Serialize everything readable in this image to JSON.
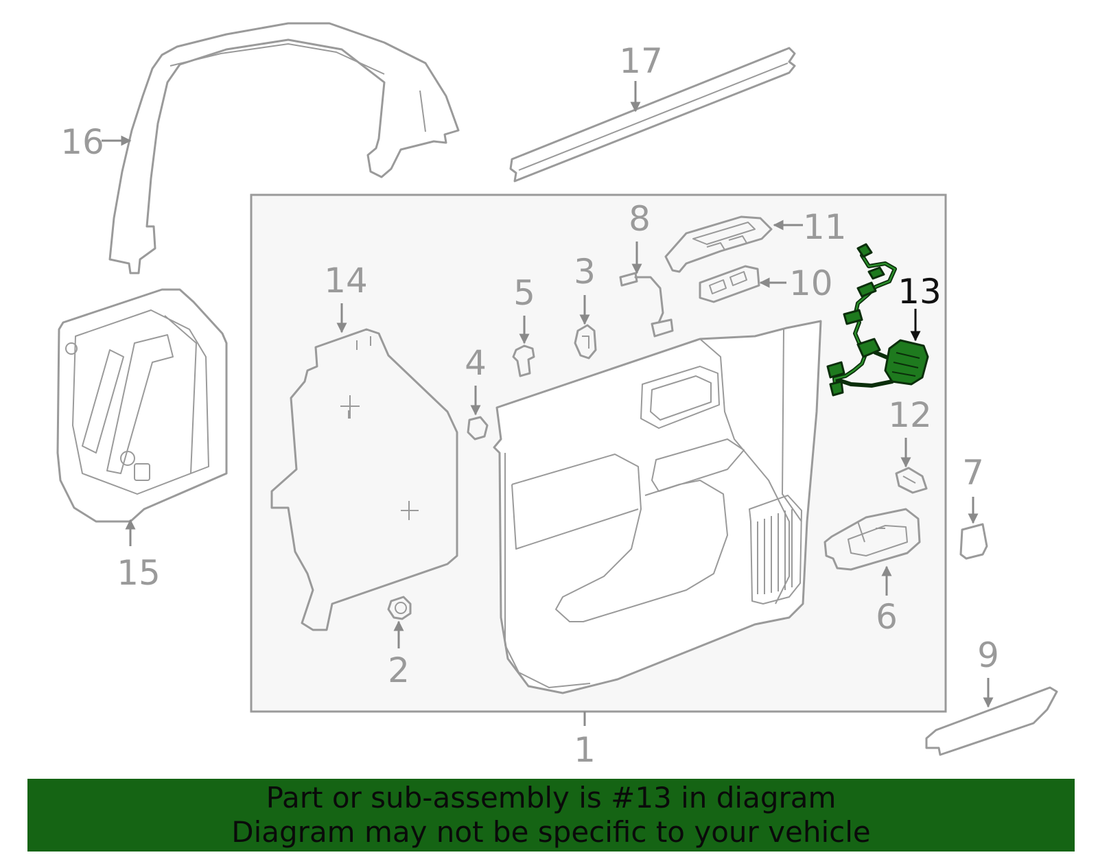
{
  "diagram": {
    "highlight_part": "13",
    "colors": {
      "highlight_fill": "#1e7a1e",
      "highlight_outline": "#0b2e0b",
      "part_stroke": "#9a9a9a",
      "callout_gray": "#9a9a9a",
      "footer_bg": "#156414"
    },
    "callouts": {
      "c1": "1",
      "c2": "2",
      "c3": "3",
      "c4": "4",
      "c5": "5",
      "c6": "6",
      "c7": "7",
      "c8": "8",
      "c9": "9",
      "c10": "10",
      "c11": "11",
      "c12": "12",
      "c13": "13",
      "c14": "14",
      "c15": "15",
      "c16": "16",
      "c17": "17"
    }
  },
  "footer": {
    "line1": "Part or sub-assembly is #13 in diagram",
    "line2": "Diagram may not be specific to your vehicle"
  }
}
